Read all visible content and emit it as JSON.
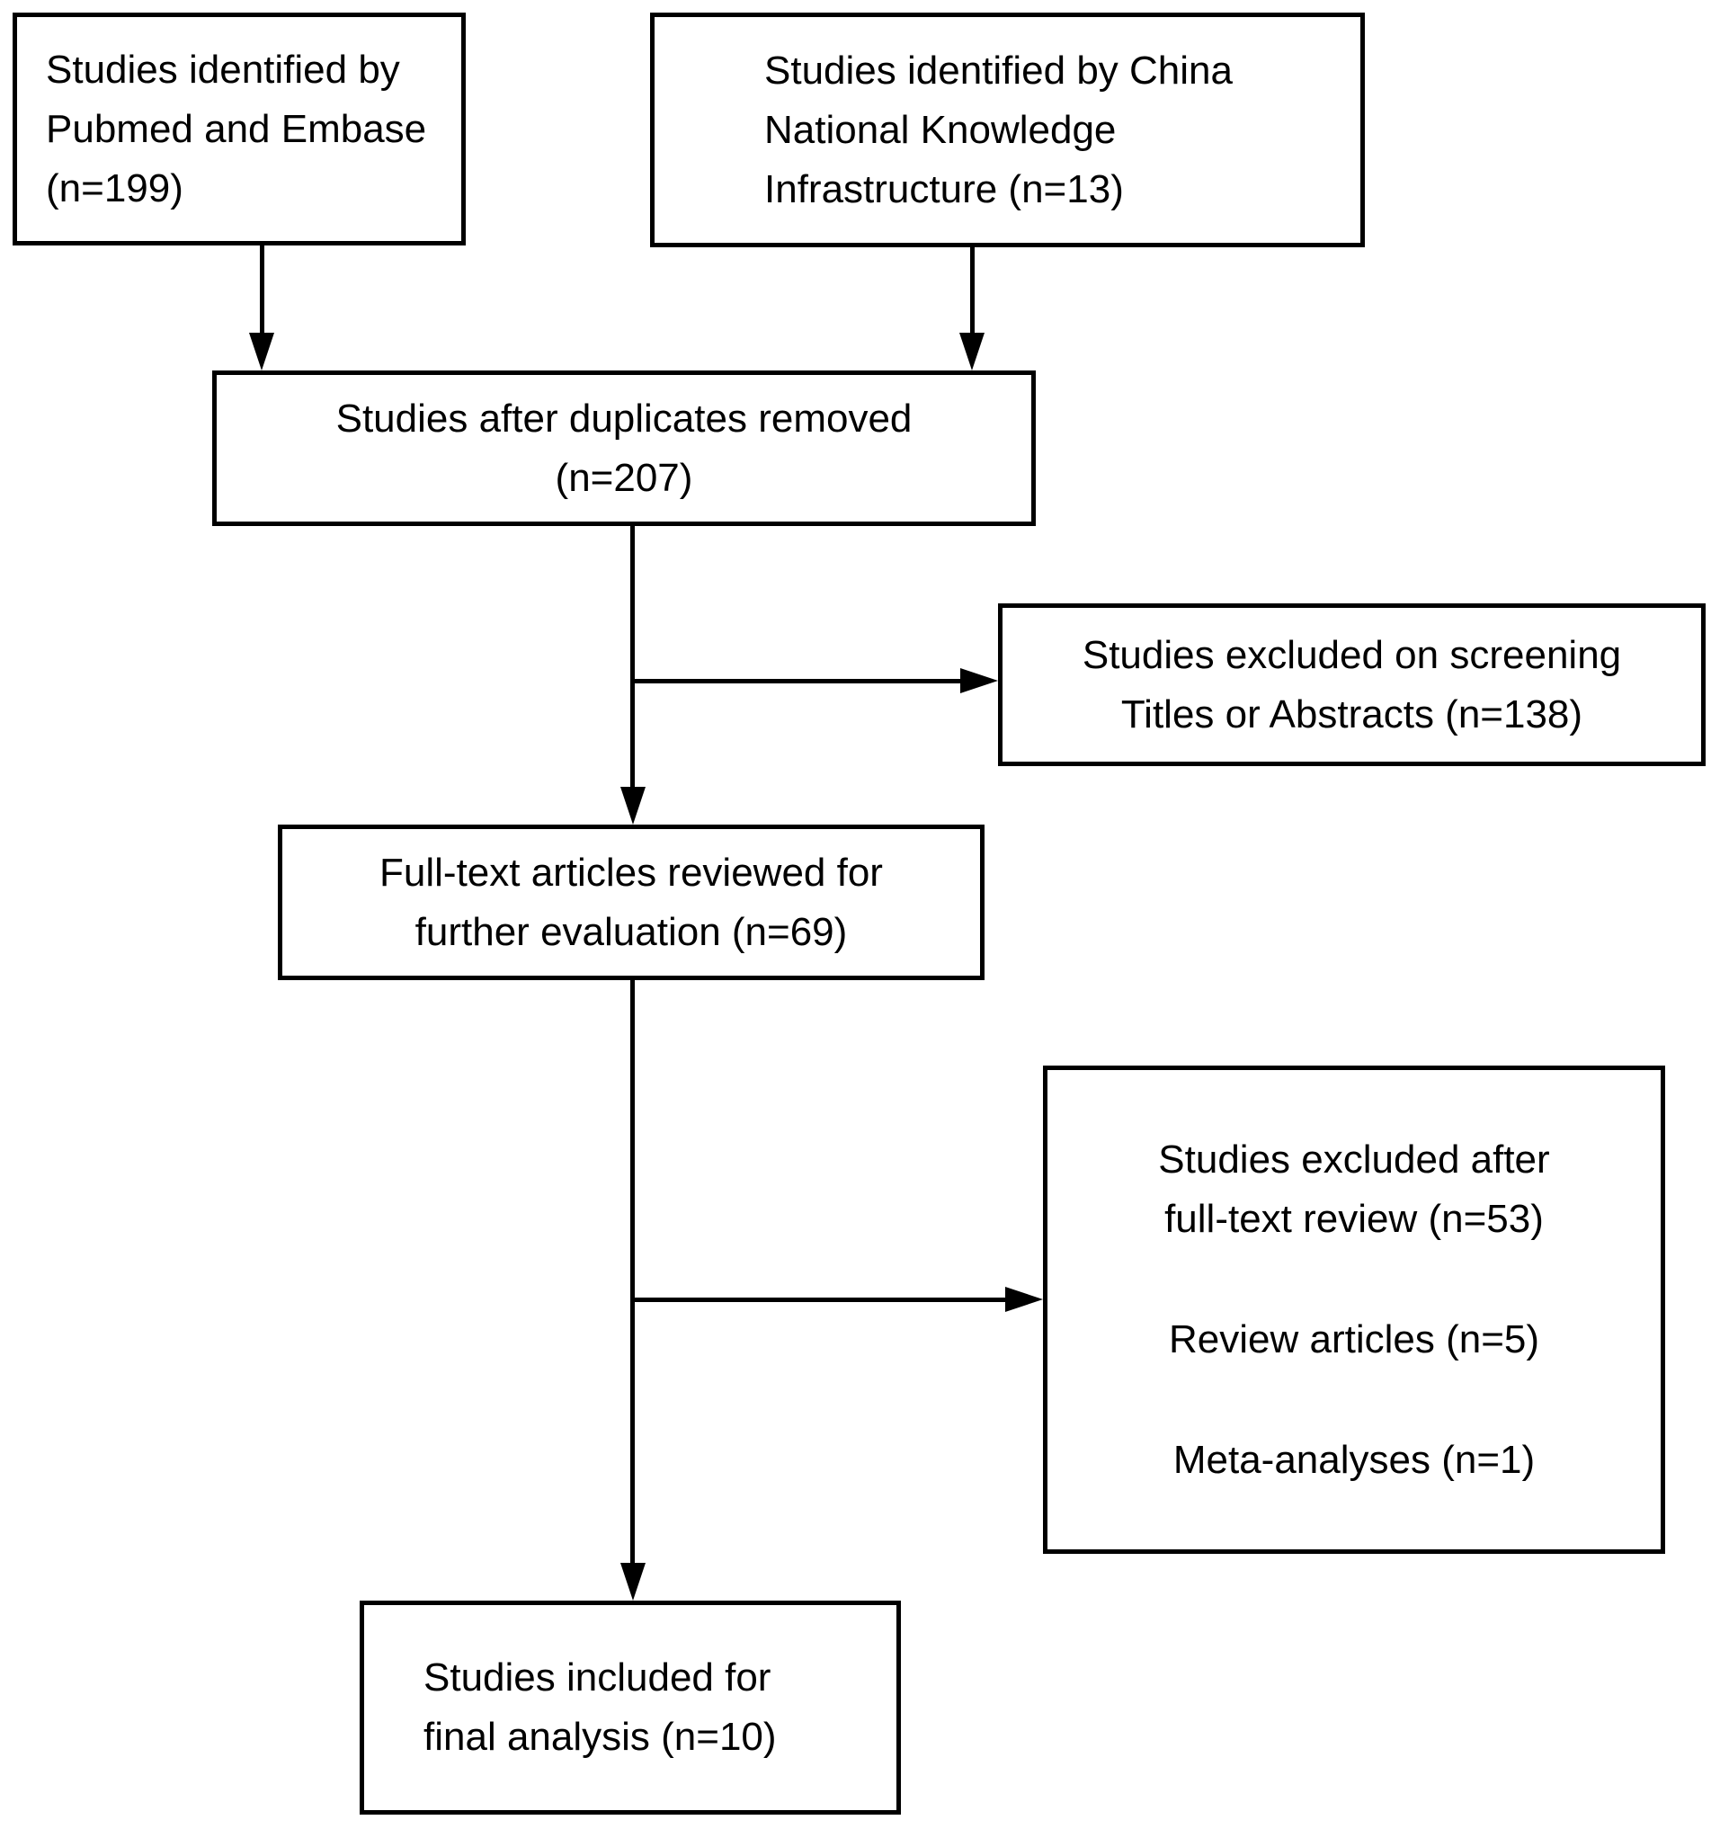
{
  "colors": {
    "background": "#ffffff",
    "line": "#000000",
    "text": "#000000"
  },
  "flowchart": {
    "source_pubmed": {
      "line1": "Studies identified by",
      "line2": "Pubmed and Embase",
      "line3": "(n=199)"
    },
    "source_cnki": {
      "line1": "Studies identified by China",
      "line2": "National Knowledge",
      "line3": "Infrastructure (n=13)"
    },
    "duplicates_removed": {
      "line1": "Studies after duplicates removed",
      "line2": "(n=207)"
    },
    "excluded_screening": {
      "line1": "Studies excluded on screening",
      "line2": "Titles or Abstracts (n=138)"
    },
    "fulltext_reviewed": {
      "line1": "Full-text articles reviewed for",
      "line2": "further evaluation (n=69)"
    },
    "excluded_fulltext": {
      "line1": "Studies excluded after",
      "line2": "full-text review (n=53)",
      "line3": "Review articles (n=5)",
      "line4": "Meta-analyses (n=1)"
    },
    "final_included": {
      "line1": "Studies included for",
      "line2": "final analysis (n=10)"
    }
  }
}
